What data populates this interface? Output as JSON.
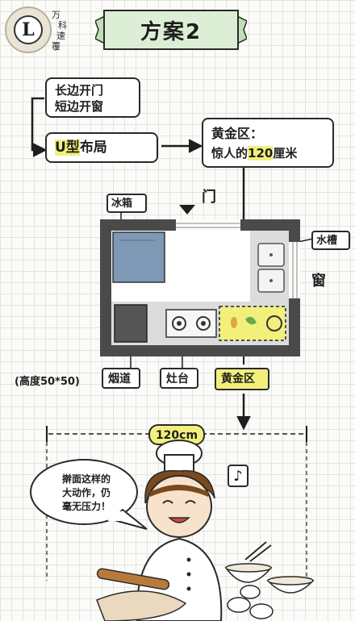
{
  "logo": {
    "letter": "L",
    "chars": [
      "万",
      "科",
      "速",
      "覆"
    ]
  },
  "title": "方案2",
  "flow": {
    "step1_line1": "长边开门",
    "step1_line2": "短边开窗",
    "step2_prefix": "U型",
    "step2_suffix": "布局",
    "step3_line1": "黄金区：",
    "step3_line2_prefix": "惊人的",
    "step3_line2_highlight": "120",
    "step3_line2_suffix": "厘米"
  },
  "plan": {
    "door": "门",
    "fridge": "冰箱",
    "sink": "水槽",
    "window": "窗",
    "height_note": "(高度50*50)",
    "flue": "烟道",
    "stove": "灶台",
    "golden_zone": "黄金区"
  },
  "scene": {
    "dimension": "120cm",
    "speech_line1": "擀面这样的",
    "speech_line2": "大动作，仍",
    "speech_line3": "毫无压力！",
    "music_note": "♪"
  },
  "colors": {
    "grid": "#e3e3df",
    "banner": "#dcefd6",
    "highlight": "#f2f07a",
    "wall": "#4a4a4a",
    "fridge": "#7d99b5",
    "counter": "#dcdcdc"
  }
}
